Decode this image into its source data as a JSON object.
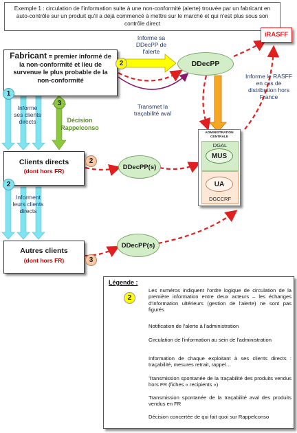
{
  "header": {
    "text": "Exemple 1 : circulation de l'information suite à une non-conformité (alerte) trouvée par un fabricant en auto-contrôle sur un produit qu'il a déjà commencé à mettre sur le marché et qui n'est plus sous son contrôle direct"
  },
  "nodes": {
    "fabricant_bold": "Fabricant",
    "fabricant_rest": " = premier informé de la non-conformité et lieu de survenue le plus probable de la non-conformité",
    "clients_directs": "Clients directs",
    "clients_directs_sub": "(dont hors FR)",
    "autres_clients": "Autres clients",
    "autres_clients_sub": "(dont hors FR)",
    "ddecpp_top": "DDecPP",
    "ddecpps_mid": "DDecPP(s)",
    "ddecpps_bottom": "DDecPP(s)",
    "rasff": "iRASFF",
    "admin_title": "ADMINISTRATION CENTRALE",
    "dgal": "DGAL",
    "mus": "MUS",
    "ua": "UA",
    "dgccrf": "DGCCRF"
  },
  "labels": {
    "informe_ddecpp": "Informe sa DDecPP de l'alerte",
    "transmet": "Transmet la traçabilité aval",
    "informe_rasff": "Informe le RASFF en cas de distribution hors France",
    "informe_clients": "Informe ses clients directs",
    "decision": "Décision Rappelconso",
    "informent": "Informent leurs clients directs"
  },
  "numbers": {
    "n1": "1",
    "n2_top": "2",
    "n2_mid": "2",
    "n2_left": "2",
    "n3_green": "3",
    "n3_bottom": "3"
  },
  "legend": {
    "title": "Légende :",
    "number": "2",
    "items": [
      "Les numéros indiquent l'ordre logique de circulation de la première information entre deux acteurs – les échanges d'information ultérieurs (gestion de l'alerte) ne sont pas figurés",
      "Notification de l'alerte à l'administration",
      "Circulation de l'information au sein de l'administration",
      "Information de chaque exploitant à ses clients directs : traçabilité, mesures retrait, rappel…",
      "Transmission spontanée de la traçabilité des produits vendus hors FR (fiches « recipients »)",
      "Transmission spontanée de la traçabilité aval des produits vendus en FR",
      "Décision concertée de qui fait quoi sur Rappelconso"
    ]
  },
  "colors": {
    "yellow": "#ffff00",
    "orange": "#f5a623",
    "cyan": "#7fe3f0",
    "red": "#e02020",
    "purple": "#8b1a6b",
    "green": "#8dc63f",
    "peach": "#f6c9a4",
    "light_green": "#d4edc9",
    "admin_bg": "#fde8d8"
  }
}
